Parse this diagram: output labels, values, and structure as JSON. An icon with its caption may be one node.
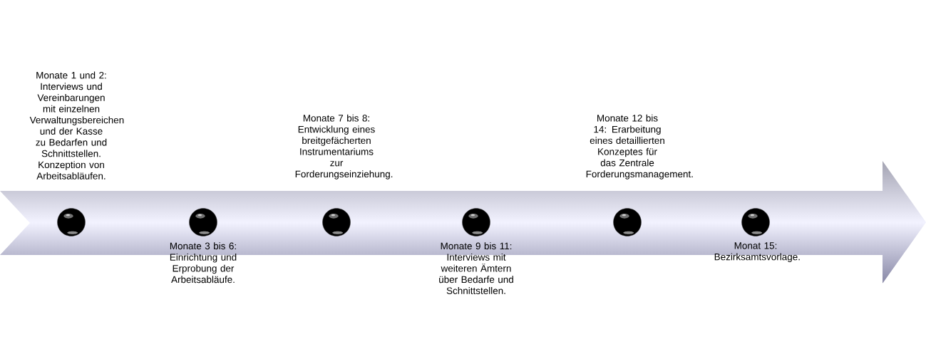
{
  "diagram": {
    "nodes": [
      {
        "text": [],
        "shape": "circle",
        "beside": [
          "Monate 1 und 2: Interviews und Vereinbarungen mit einzelnen Verwaltungsbereichen und der Kasse zu Bedarfen und Schnittstellen. Konzeption von Arbeitsabläufen."
        ]
      },
      {
        "text": [],
        "shape": "circle",
        "beside": [
          "Monate 3 bis 6: Einrichtung und Erprobung der Arbeitsabläufe."
        ]
      },
      {
        "text": [],
        "shape": "circle",
        "beside": [
          "Monate 7 bis 8: Entwicklung eines breitgefächerten Instrumentariums zur Forderungseinziehung."
        ]
      },
      {
        "text": [],
        "shape": "circle",
        "beside": [
          "Monate 9 bis 11: Interviews mit weiteren Ämtern über Bedarfe und Schnittstellen."
        ]
      },
      {
        "text": [],
        "shape": "circle",
        "beside": [
          "Monate 12 bis 14: Erarbeitung eines detaillierten Konzeptes für das Zentrale Forderungsmanagement."
        ]
      },
      {
        "text": [],
        "shape": "circle",
        "beside": [
          "Monat 15: Bezirksamtsvorlage."
        ]
      }
    ]
  }
}
